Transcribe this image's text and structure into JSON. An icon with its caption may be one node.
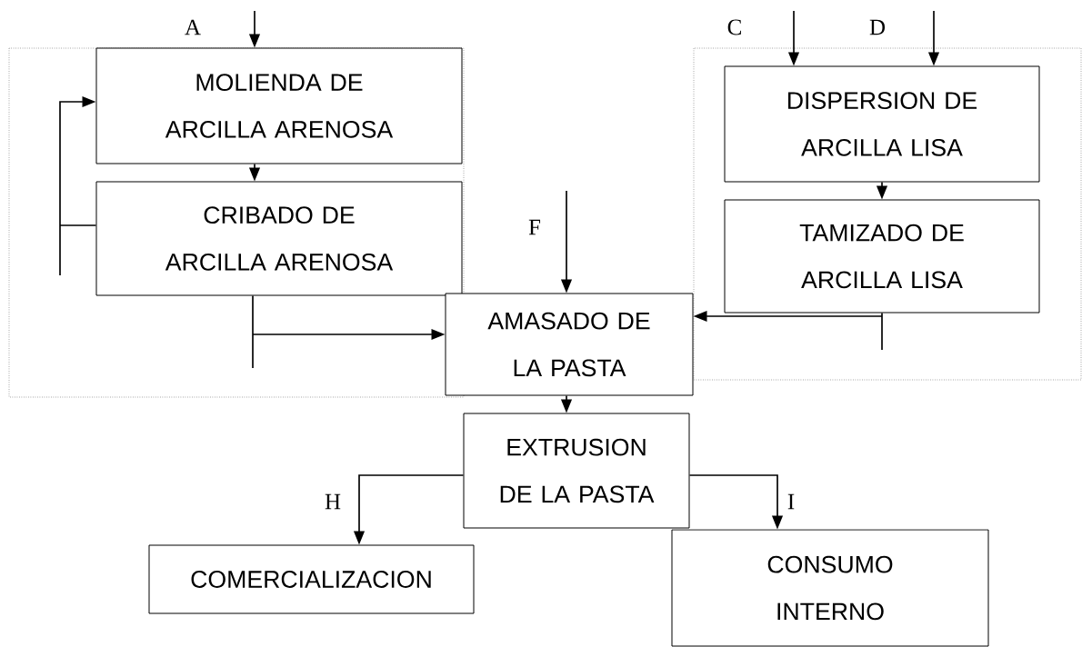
{
  "diagram": {
    "nodes": [
      {
        "text": [
          "MOLIENDA DE ARCILLA ARENOSA"
        ]
      },
      {
        "text": [
          "CRIBADO DE ARCILLA ARENOSA"
        ]
      },
      {
        "text": [
          "AMASADO DE LA PASTA"
        ]
      },
      {
        "text": [
          "EXTRUSION DE LA PASTA"
        ]
      },
      {
        "text": [
          "COMERCIALIZACION"
        ]
      },
      {
        "text": [
          "CONSUMO INTERNO"
        ]
      },
      {
        "text": [
          "DISPERSION DE ARCILLA LISA"
        ]
      },
      {
        "text": [
          "TAMIZADO DE ARCILLA LISA"
        ]
      }
    ],
    "edges": [
      {
        "from": null,
        "to": 0,
        "arrow": "to",
        "label": "A"
      },
      {
        "from": 0,
        "to": 1,
        "arrow": "to"
      },
      {
        "from": 1,
        "to": 0,
        "arrow": "to"
      },
      {
        "from": 1,
        "to": 2,
        "arrow": "to"
      },
      {
        "from": null,
        "to": 6,
        "arrow": "to",
        "label": "C"
      },
      {
        "from": null,
        "to": 6,
        "arrow": "to",
        "label": "D"
      },
      {
        "from": 6,
        "to": 7,
        "arrow": "to"
      },
      {
        "from": 7,
        "to": 2,
        "arrow": "to"
      },
      {
        "from": null,
        "to": 2,
        "arrow": "to",
        "label": "F"
      },
      {
        "from": 2,
        "to": 3,
        "arrow": "to"
      },
      {
        "from": 3,
        "to": 4,
        "arrow": "to",
        "label": "H"
      },
      {
        "from": 3,
        "to": 5,
        "arrow": "to",
        "label": "I"
      }
    ]
  }
}
